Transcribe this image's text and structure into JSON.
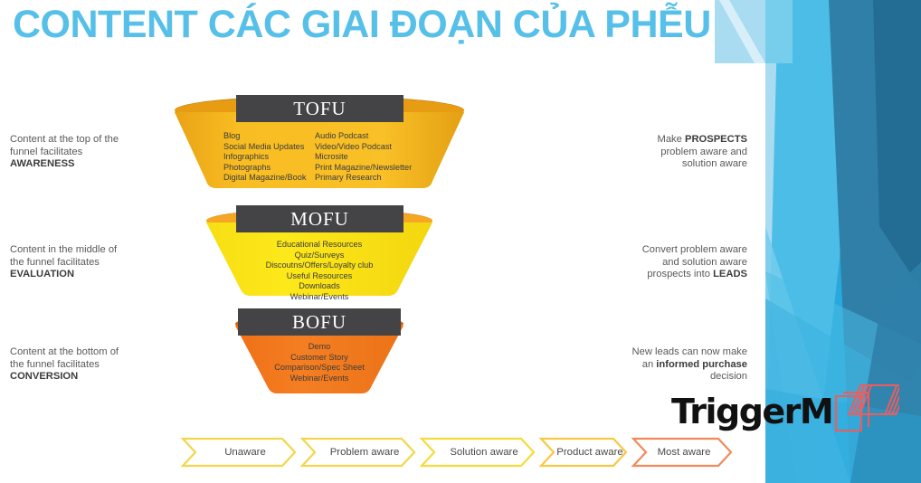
{
  "slide": {
    "title": "CONTENT CÁC GIAI ĐOẠN CỦA PHỄU",
    "title_color": "#56c0e8",
    "background_color": "#ffffff"
  },
  "funnel": {
    "stages": [
      {
        "key": "tofu",
        "label": "TOFU",
        "fill_color": "#F5B61B",
        "rim_color": "#D99212",
        "label_bar_color": "#444447",
        "left_text_line1": "Content at the top of the",
        "left_text_line2": "funnel facilitates",
        "left_text_emphasis": "AWARENESS",
        "right_text_pre": "Make ",
        "right_text_emphasis": "PROSPECTS",
        "right_text_line2": "problem aware and",
        "right_text_line3": "solution aware",
        "items_left": [
          "Blog",
          "Social Media Updates",
          "Infographics",
          "Photographs",
          "Digital Magazine/Book"
        ],
        "items_right": [
          "Audio Podcast",
          "Video/Video Podcast",
          "Microsite",
          "Print Magazine/Newsletter",
          "Primary Research"
        ]
      },
      {
        "key": "mofu",
        "label": "MOFU",
        "fill_color": "#FBE414",
        "rim_color": "#F5A623",
        "label_bar_color": "#444447",
        "left_text_line1": "Content in the middle of",
        "left_text_line2": "the funnel facilitates",
        "left_text_emphasis": "EVALUATION",
        "right_text_line1": "Convert problem aware",
        "right_text_line2": "and solution aware",
        "right_text_pre": "prospects into ",
        "right_text_emphasis": "LEADS",
        "items_center": [
          "Educational Resources",
          "Quiz/Surveys",
          "Discoutns/Offers/Loyalty club",
          "Useful Resources",
          "Downloads",
          "Webinar/Events"
        ]
      },
      {
        "key": "bofu",
        "label": "BOFU",
        "fill_color": "#F47B20",
        "rim_color": "#D4620F",
        "label_bar_color": "#444447",
        "left_text_line1": "Content at the bottom of",
        "left_text_line2": "the funnel facilitates",
        "left_text_emphasis": "CONVERSION",
        "right_text_line1": "New leads can now make",
        "right_text_pre": "an ",
        "right_text_emphasis": "informed purchase",
        "right_text_line3": "decision",
        "items_center": [
          "Demo",
          "Customer Story",
          "Comparison/Spec Sheet",
          "Webinar/Events"
        ]
      }
    ]
  },
  "awareness_stages": {
    "items": [
      {
        "label": "Unaware",
        "stroke": "#F2D64B"
      },
      {
        "label": "Problem aware",
        "stroke": "#F2D64B"
      },
      {
        "label": "Solution aware",
        "stroke": "#F5DB3C"
      },
      {
        "label": "Product aware",
        "stroke": "#F7C842"
      },
      {
        "label": "Most aware",
        "stroke": "#F08A5D"
      }
    ]
  },
  "logo": {
    "wordmark": "TriggerM",
    "mark_color": "#F15B5B",
    "mark_name": "stacked-squares-mark"
  },
  "decor": {
    "palette": {
      "very_light": "#dff2fa",
      "light": "#a9dcf1",
      "sky": "#76cdec",
      "mid": "#4cbde6",
      "azure": "#29a8dd",
      "steel": "#2f7fa8",
      "deep": "#236d95"
    }
  }
}
